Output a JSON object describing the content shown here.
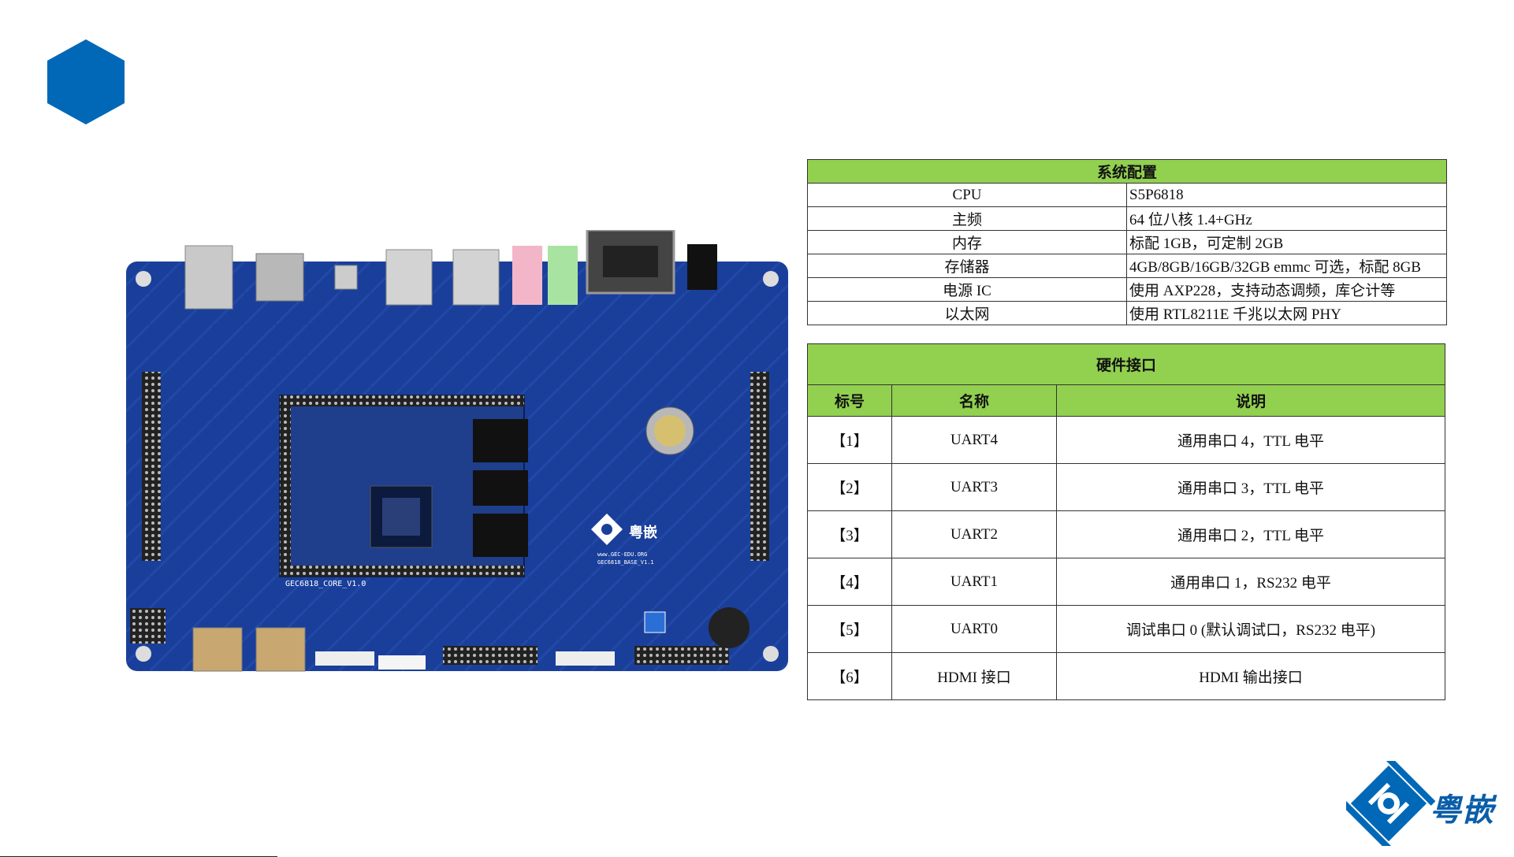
{
  "colors": {
    "brand_blue": "#0068b7",
    "table_header_green": "#92d050",
    "board_blue": "#1a3f9a"
  },
  "system_config": {
    "title": "系统配置",
    "rows": [
      {
        "key": "CPU",
        "value": "S5P6818"
      },
      {
        "key": "主频",
        "value": "64 位八核 1.4+GHz"
      },
      {
        "key": "内存",
        "value": "标配 1GB，可定制 2GB"
      },
      {
        "key": "存储器",
        "value": "4GB/8GB/16GB/32GB emmc 可选，标配 8GB"
      },
      {
        "key": "电源 IC",
        "value": "使用  AXP228，支持动态调频，库仑计等"
      },
      {
        "key": "以太网",
        "value": "使用  RTL8211E 千兆以太网 PHY"
      }
    ]
  },
  "hardware_interfaces": {
    "title": "硬件接口",
    "headers": [
      "标号",
      "名称",
      "说明"
    ],
    "rows": [
      {
        "id": "【1】",
        "name": "UART4",
        "desc": "通用串口  4，TTL  电平"
      },
      {
        "id": "【2】",
        "name": "UART3",
        "desc": "通用串口  3，TTL  电平"
      },
      {
        "id": "【3】",
        "name": "UART2",
        "desc": "通用串口  2，TTL  电平"
      },
      {
        "id": "【4】",
        "name": "UART1",
        "desc": "通用串口  1，RS232  电平"
      },
      {
        "id": "【5】",
        "name": "UART0",
        "desc": "调试串口 0 (默认调试口，RS232 电平)"
      },
      {
        "id": "【6】",
        "name": "HDMI  接口",
        "desc": "HDMI 输出接口"
      }
    ]
  },
  "board_labels": {
    "core_module": "GEC6818_CORE_V1.0",
    "brand": "粤嵌",
    "site": "www.GEC-EDU.ORG",
    "base": "GEC6818_BASE_V1.1"
  },
  "logo": {
    "text": "粤嵌",
    "icon": "gec-diamond-logo-icon"
  }
}
